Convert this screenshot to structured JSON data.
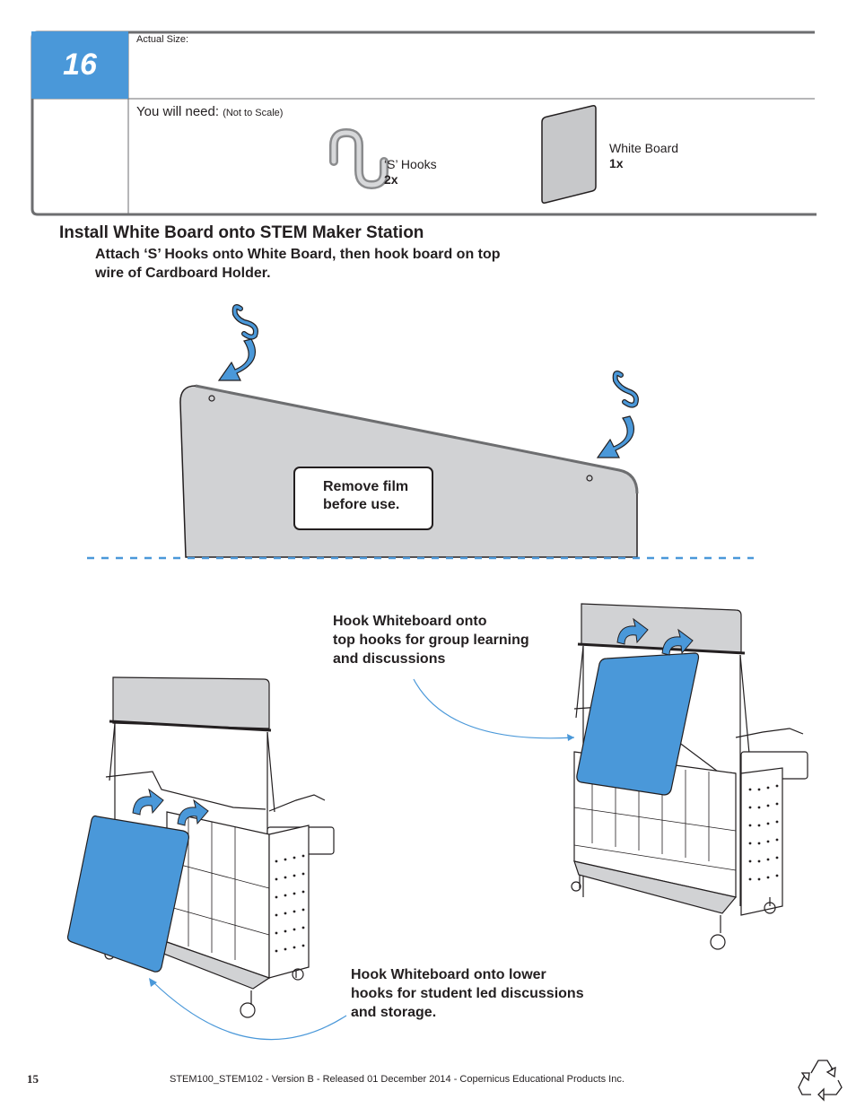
{
  "step": {
    "number": "16",
    "actual_size_label": "Actual Size:",
    "you_will_need": "You will need:",
    "not_to_scale": "(Not to Scale)"
  },
  "parts": [
    {
      "name": "‘S’ Hooks",
      "qty": "2x"
    },
    {
      "name": "White Board",
      "qty": "1x"
    }
  ],
  "title": "Install White Board onto STEM Maker Station",
  "instruction": "Attach ‘S’ Hooks onto White Board, then hook board on top wire of Cardboard Holder.",
  "warning": {
    "line1": "Remove film",
    "line2": "before use."
  },
  "callouts": {
    "top": [
      "Hook Whiteboard onto",
      "top hooks for group learning",
      "and discussions"
    ],
    "lower": [
      "Hook Whiteboard onto lower",
      "hooks for student led discussions",
      "and storage."
    ]
  },
  "footer": {
    "page": "15",
    "text": "STEM100_STEM102 - Version B - Released 01 December 2014 - Copernicus Educational Products Inc."
  },
  "colors": {
    "accent_blue": "#4a98d9",
    "board_gray": "#d1d2d4",
    "text": "#231f20"
  }
}
